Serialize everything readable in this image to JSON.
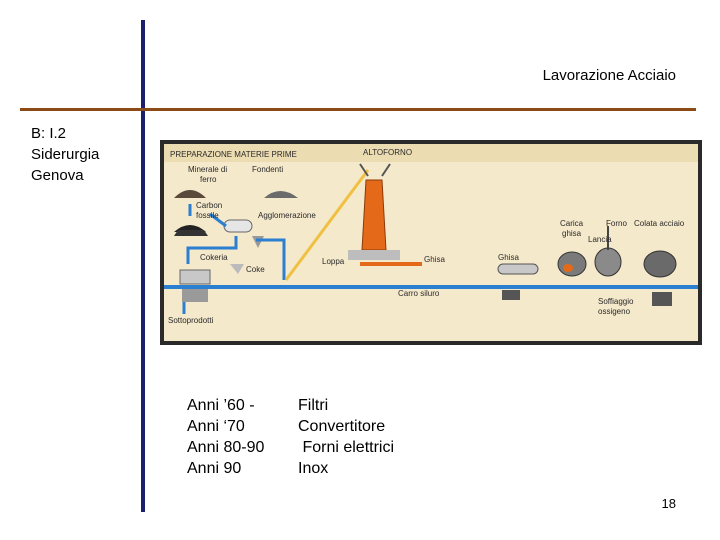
{
  "header": {
    "title": "Lavorazione Acciaio"
  },
  "sidebar": {
    "lines": [
      "B: I.2",
      "Siderurgia",
      "Genova"
    ]
  },
  "diagram": {
    "section_label": "PREPARAZIONE MATERIE PRIME",
    "altoforno_label": "ALTOFORNO",
    "labels": {
      "minerale": [
        "Minerale di",
        "ferro"
      ],
      "fondenti": "Fondenti",
      "carbon": [
        "Carbon",
        "fossile"
      ],
      "agglomerazione": "Agglomerazione",
      "cokeria": "Cokeria",
      "coke": "Coke",
      "loppa": "Loppa",
      "ghisa1": "Ghisa",
      "ghisa2": "Ghisa",
      "carica": [
        "Carica",
        "ghisa"
      ],
      "forno": "Forno",
      "lancia": "Lancia",
      "colata": "Colata acciaio",
      "carro": "Carro siluro",
      "soffiaggio": [
        "Soffiaggio",
        "ossigeno"
      ],
      "sottoprodotti": "Sottoprodotti"
    }
  },
  "timeline": {
    "years": [
      "Anni ’60  -",
      "Anni ‘70",
      "Anni 80-90",
      "Anni 90"
    ],
    "techs": [
      "Filtri",
      "Convertitore",
      " Forni elettrici",
      "Inox"
    ]
  },
  "page_number": "18"
}
